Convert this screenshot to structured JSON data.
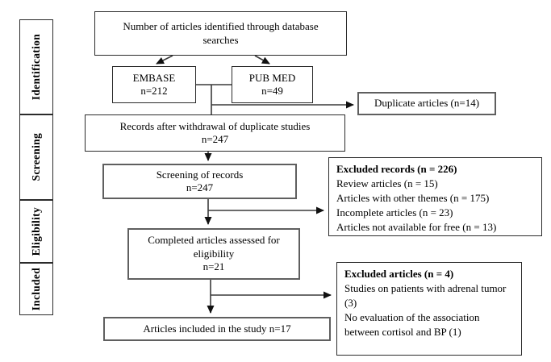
{
  "colors": {
    "box_border": "#2b2b2b",
    "box_border_soft": "#5f5f5f",
    "connector_line": "#3a3a3a",
    "text": "#000000",
    "background": "#ffffff"
  },
  "sidebar": {
    "stages": [
      "Identification",
      "Screening",
      "Eligibility",
      "Included"
    ]
  },
  "flow": {
    "identified": {
      "lines": [
        "Number of articles identified through database",
        "searches"
      ]
    },
    "embase": {
      "name": "EMBASE",
      "count": "n=212"
    },
    "pubmed": {
      "name": "PUB MED",
      "count": "n=49"
    },
    "duplicates": {
      "label": "Duplicate articles (n=14)"
    },
    "records_after_dedup": {
      "label": "Records after withdrawal of duplicate studies",
      "count": "n=247"
    },
    "screening": {
      "label": "Screening of records",
      "count": "n=247"
    },
    "excluded_records": {
      "title": "Excluded records (n = 226)",
      "items": [
        "Review articles (n = 15)",
        "Articles with other themes (n = 175)",
        "Incomplete articles (n = 23)",
        "Articles not available for free (n = 13)"
      ]
    },
    "eligibility": {
      "lines": [
        "Completed articles assessed for",
        "eligibility",
        "n=21"
      ]
    },
    "excluded_articles": {
      "title": "Excluded articles (n = 4)",
      "items": [
        "Studies on patients with adrenal tumor (3)",
        "No evaluation of the association between cortisol and BP (1)"
      ]
    },
    "included": {
      "label": "Articles included in the study n=17"
    }
  }
}
